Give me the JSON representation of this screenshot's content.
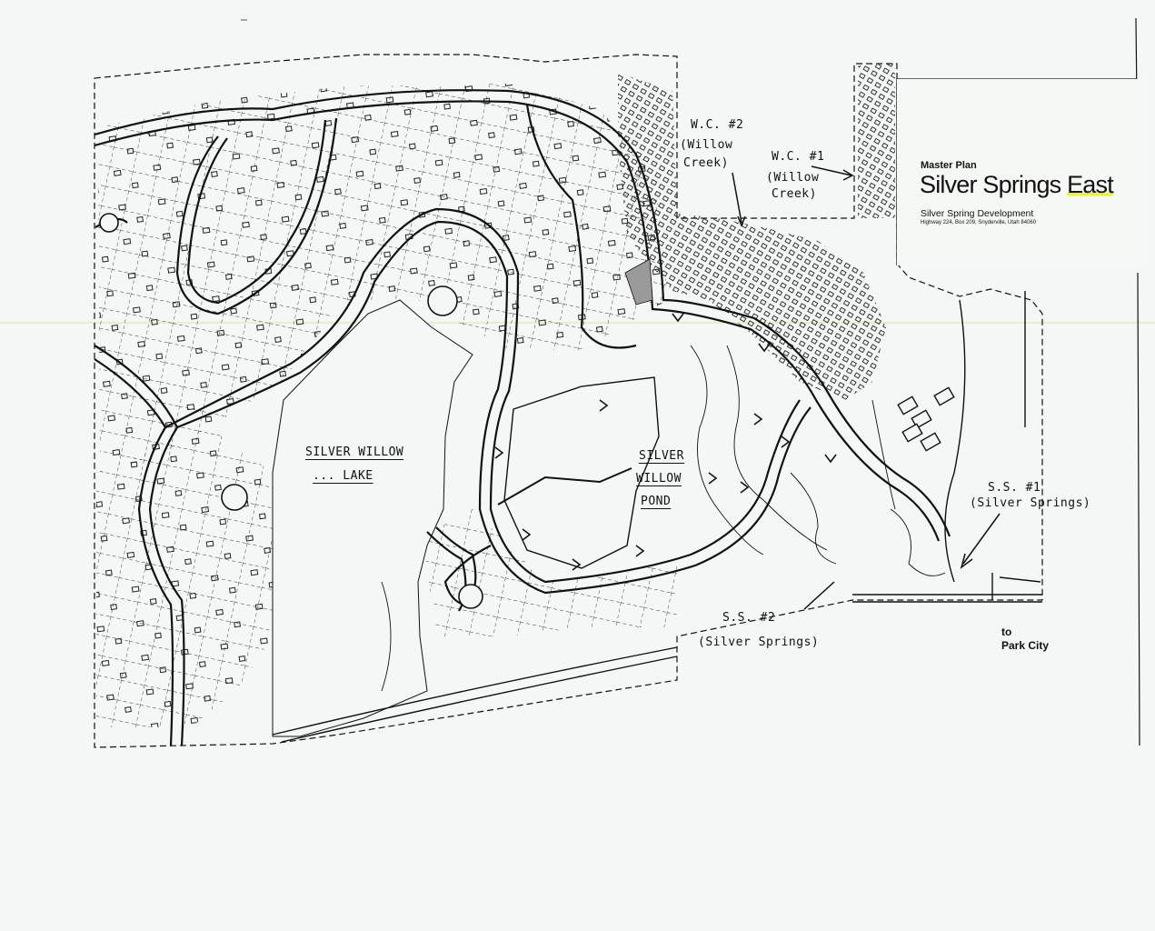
{
  "map": {
    "title_block": {
      "label": "Master Plan",
      "title_main": "Silver Springs ",
      "title_highlight": "East",
      "developer": "Silver Spring Development",
      "address": "Highway 224, Box 209, Snyderville, Utah 84060"
    },
    "features": {
      "lake": {
        "line1": "SILVER WILLOW",
        "line2": "... LAKE"
      },
      "pond": {
        "line1": "SILVER",
        "line2": "WILLOW",
        "line3": "POND"
      }
    },
    "stations": {
      "wc2": {
        "id": "W.C. #2",
        "line1": "(Willow",
        "line2": "Creek)"
      },
      "wc1": {
        "id": "W.C. #1",
        "line1": "(Willow",
        "line2": "Creek)"
      },
      "ss1": {
        "id": "S.S. #1",
        "name": "(Silver Springs)"
      },
      "ss2": {
        "id": "S.S. #2",
        "name": "(Silver Springs)"
      }
    },
    "direction": {
      "line1": "to",
      "line2": "Park City"
    },
    "colors": {
      "ink": "#111111",
      "paper": "#f4f7f5",
      "highlight": "#e8f540",
      "scan_line": "#d8e88a"
    }
  }
}
